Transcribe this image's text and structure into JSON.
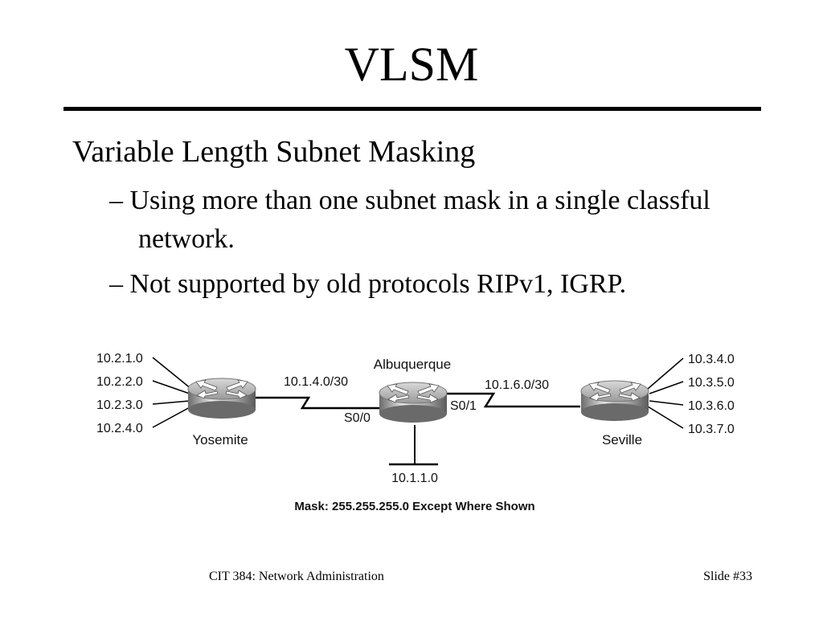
{
  "slide": {
    "title": "VLSM",
    "bullet": "Variable Length Subnet Masking",
    "subbullets": [
      "– Using more than one subnet mask in a single classful network.",
      "– Not supported by old protocols RIPv1, IGRP."
    ],
    "footer_left": "CIT 384: Network Administration",
    "footer_right": "Slide #33"
  },
  "diagram": {
    "routers": {
      "yosemite": "Yosemite",
      "albuquerque": "Albuquerque",
      "seville": "Seville"
    },
    "yosemite_lans": [
      "10.2.1.0",
      "10.2.2.0",
      "10.2.3.0",
      "10.2.4.0"
    ],
    "seville_lans": [
      "10.3.4.0",
      "10.3.5.0",
      "10.3.6.0",
      "10.3.7.0"
    ],
    "link_left": "10.1.4.0/30",
    "link_right": "10.1.6.0/30",
    "iface_s00": "S0/0",
    "iface_s01": "S0/1",
    "albuquerque_lan": "10.1.1.0",
    "mask_note": "Mask: 255.255.255.0 Except Where Shown"
  }
}
